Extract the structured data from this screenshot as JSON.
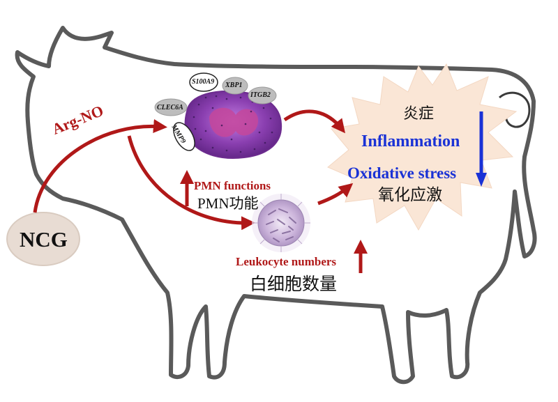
{
  "labels": {
    "ncg": "NCG",
    "arg_no": "Arg-NO",
    "pmn_functions_en": "PMN functions",
    "pmn_functions_cn": "PMN功能",
    "leukocyte_en": "Leukocyte numbers",
    "leukocyte_cn": "白细胞数量",
    "inflammation_cn": "炎症",
    "inflammation_en": "Inflammation",
    "oxidative_en": "Oxidative stress",
    "oxidative_cn": "氧化应激"
  },
  "genes": [
    "S100A9",
    "XBP1",
    "ITGB2",
    "CLEC6A",
    "MMP9"
  ],
  "colors": {
    "arrow_red": "#b01818",
    "arrow_blue": "#1a32d6",
    "ncg_oval": "#e8dcd3",
    "starburst": "#fae6d6",
    "cell_purple": "#8a3fb0",
    "outline": "#5a5a5a"
  }
}
